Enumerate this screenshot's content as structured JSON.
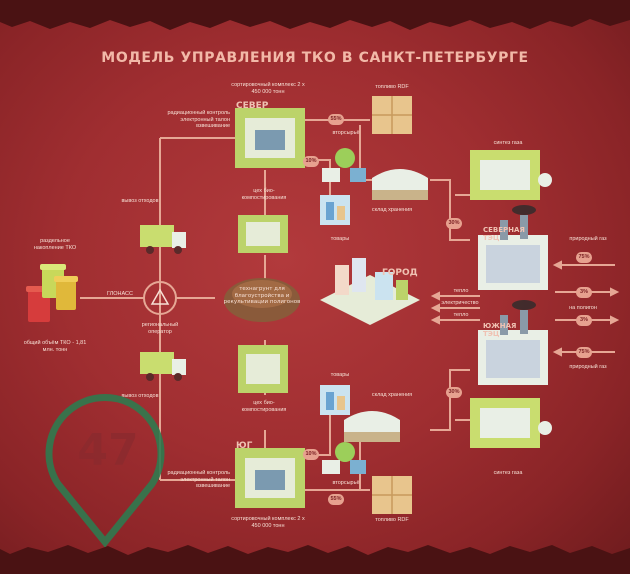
{
  "title": "МОДЕЛЬ УПРАВЛЕНИЯ ТКО В САНКТ-ПЕТЕРБУРГЕ",
  "left": {
    "separate": "раздельное накопление ТКО",
    "volume": "общий объём ТКО - 1,81 млн. тонн",
    "glonass": "ГЛОНАСС",
    "operator": "региональный оператор",
    "removal_top": "вывоз отходов",
    "removal_bottom": "вывоз отходов"
  },
  "north": {
    "region": "СЕВЕР",
    "complex": "сортировочный комплекс 2 х 450 000 тонн",
    "control": "радиационный контроль электронный талон взвешивание",
    "rdf": "топливо RDF",
    "pct_rdf": "55%",
    "secondary": "вторсырьё",
    "pct_sec": "10%",
    "storage": "склад хранения",
    "goods": "товары",
    "bio": "цех био-компостирования"
  },
  "south": {
    "region": "ЮГ",
    "complex": "сортировочный комплекс 2 х 450 000 тонн",
    "control": "радиационный контроль электронный талон взвешивание",
    "rdf": "топливо RDF",
    "pct_rdf": "55%",
    "secondary": "вторсырьё",
    "pct_sec": "10%",
    "storage": "склад хранения",
    "goods": "товары",
    "bio": "цех био-компостирования"
  },
  "center": {
    "compost": "технагрунт для благоустройства и рекультивации полигонов"
  },
  "city": "ГОРОД",
  "right": {
    "gas_top": "синтез газа",
    "gas_bottom": "синтез газа",
    "tec_north": "СЕВЕРНАЯ ТЭЦ",
    "tec_south": "ЮЖНАЯ ТЭЦ",
    "natural_gas_top": "природный газ",
    "natural_gas_bottom": "природный газ",
    "pct_gas_top": "75%",
    "pct_gas_bottom": "75%",
    "pct_syn_top": "30%",
    "pct_syn_bottom": "30%",
    "pct_landfill_a": "3%",
    "pct_landfill_b": "3%",
    "landfill": "на полигон",
    "heat_top": "тепло",
    "electricity": "электричество",
    "heat_bottom": "тепло"
  },
  "badge": "47",
  "colors": {
    "bg": "#a02e31",
    "line": "#e6a795",
    "badge_ring": "#2f7a4f",
    "badge_num": "#8c2a2e"
  }
}
